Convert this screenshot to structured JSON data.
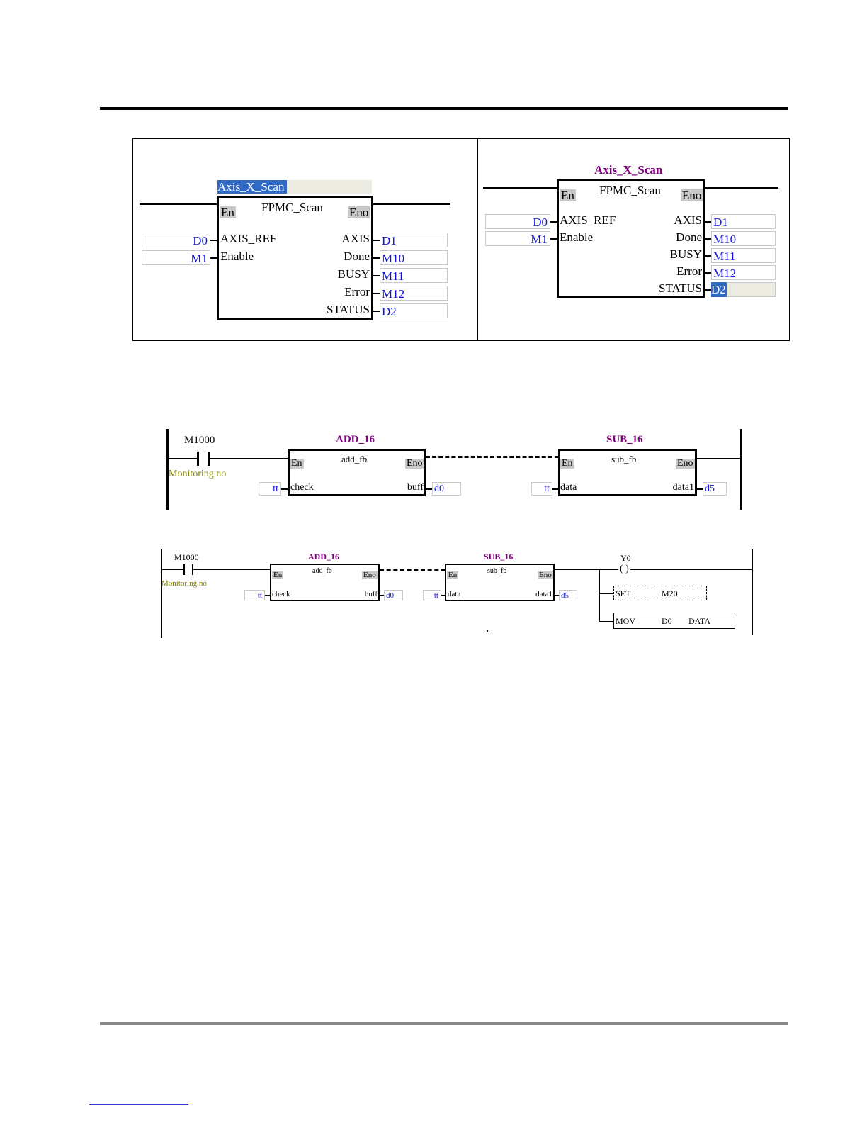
{
  "diagram_a": {
    "instance": "Axis_X_Scan",
    "type": "FPMC_Scan",
    "en": "En",
    "eno": "Eno",
    "inputs": [
      {
        "pin": "AXIS_REF",
        "value": "D0"
      },
      {
        "pin": "Enable",
        "value": "M1"
      }
    ],
    "outputs": [
      {
        "pin": "AXIS",
        "value": "D1"
      },
      {
        "pin": "Done",
        "value": "M10"
      },
      {
        "pin": "BUSY",
        "value": "M11"
      },
      {
        "pin": "Error",
        "value": "M12"
      },
      {
        "pin": "STATUS",
        "value": "D2"
      }
    ]
  },
  "diagram_b": {
    "contact": "M1000",
    "monitoring": "Monitoring no",
    "fb1": {
      "instance": "ADD_16",
      "type": "add_fb",
      "en": "En",
      "eno": "Eno",
      "in_pin": "check",
      "in_value": "tt",
      "out_pin": "buff",
      "out_value": "d0"
    },
    "fb2": {
      "instance": "SUB_16",
      "type": "sub_fb",
      "en": "En",
      "eno": "Eno",
      "in_pin": "data",
      "in_value": "tt",
      "out_pin": "data1",
      "out_value": "d5"
    }
  },
  "diagram_c": {
    "coil": "Y0",
    "coil_symbol": "( )",
    "set_cmd": "SET",
    "set_operand": "M20",
    "mov_cmd": "MOV",
    "mov_src": "D0",
    "mov_dst": "DATA"
  },
  "colors": {
    "instance_name": "#800080",
    "variable": "#1010e0",
    "monitoring": "#808000",
    "selection": "#316ac5"
  }
}
